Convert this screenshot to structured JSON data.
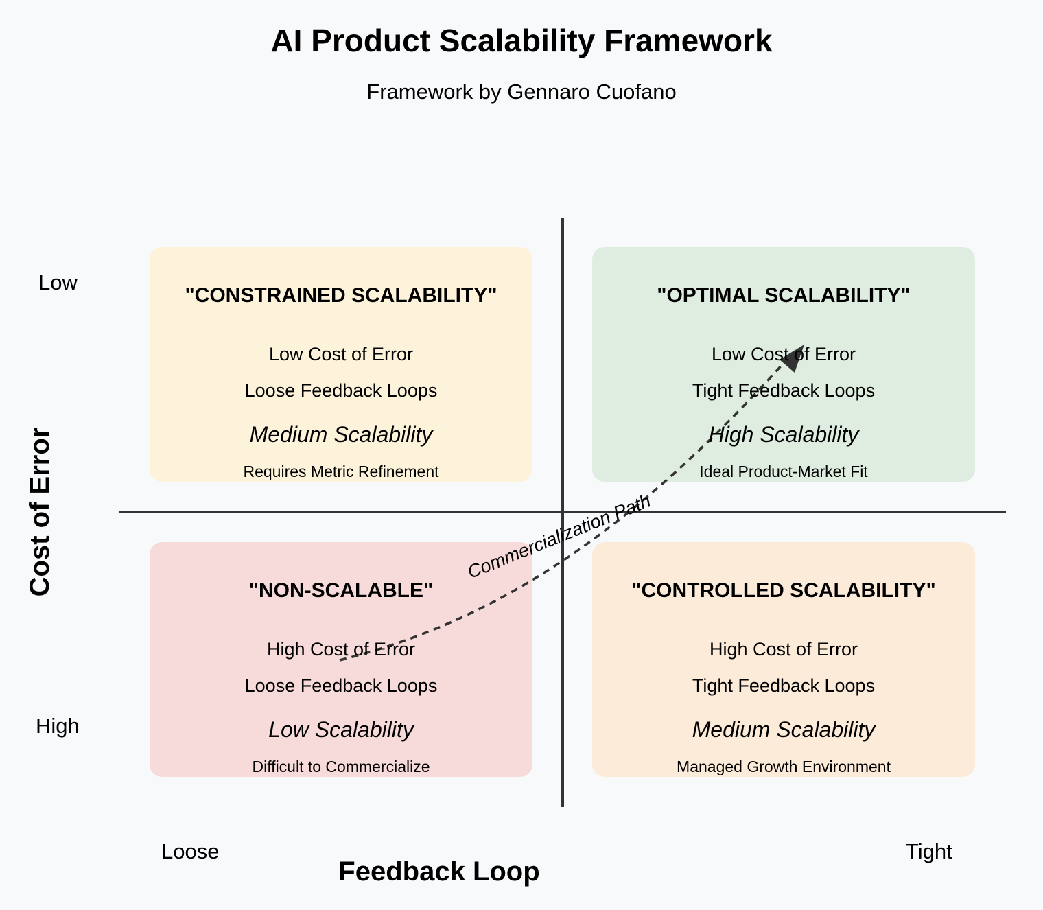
{
  "title": "AI Product Scalability Framework",
  "subtitle": "Framework by Gennaro Cuofano",
  "axes": {
    "y_title": "Cost of Error",
    "y_top": "Low",
    "y_bottom": "High",
    "x_title": "Feedback Loop",
    "x_left": "Loose",
    "x_right": "Tight"
  },
  "quadrants": {
    "top_left": {
      "title": "\"CONSTRAINED SCALABILITY\"",
      "line1": "Low Cost of Error",
      "line2": "Loose Feedback Loops",
      "scalability": "Medium Scalability",
      "note": "Requires Metric Refinement",
      "color": "#fdf3db"
    },
    "top_right": {
      "title": "\"OPTIMAL SCALABILITY\"",
      "line1": "Low Cost of Error",
      "line2": "Tight Feedback Loops",
      "scalability": "High Scalability",
      "note": "Ideal Product-Market Fit",
      "color": "#dfece0"
    },
    "bottom_left": {
      "title": "\"NON-SCALABLE\"",
      "line1": "High Cost of Error",
      "line2": "Loose Feedback Loops",
      "scalability": "Low Scalability",
      "note": "Difficult to Commercialize",
      "color": "#f7dada"
    },
    "bottom_right": {
      "title": "\"CONTROLLED SCALABILITY\"",
      "line1": "High Cost of Error",
      "line2": "Tight Feedback Loops",
      "scalability": "Medium Scalability",
      "note": "Managed Growth Environment",
      "color": "#fcebd9"
    }
  },
  "path_label": "Commercialization Path",
  "colors": {
    "axis": "#333333",
    "path": "#333333",
    "background": "#f8f9fb"
  }
}
